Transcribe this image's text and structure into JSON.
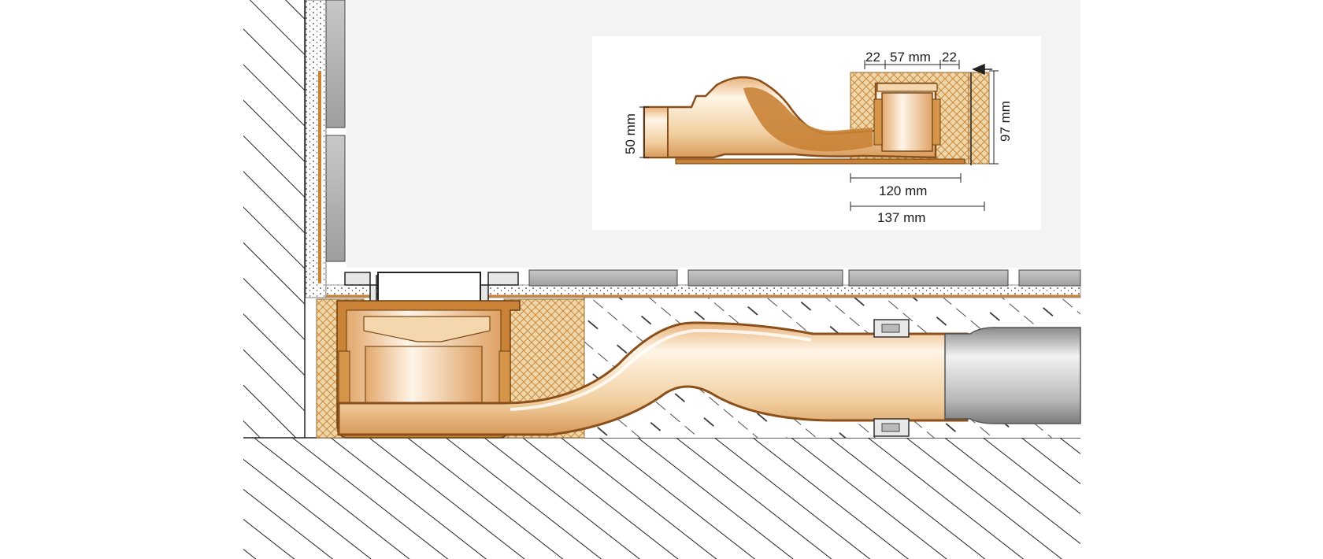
{
  "diagram": {
    "inset": {
      "dimensions": {
        "left_margin": "22",
        "outlet_width": "57 mm",
        "right_margin": "22",
        "height_left": "50 mm",
        "height_right": "97 mm",
        "width_body": "120 mm",
        "width_total": "137 mm"
      }
    },
    "colors": {
      "copper": "#c98236",
      "copper_light": "#f3d9b0",
      "tile": "#b4b4b4",
      "insulation": "#e4c89a",
      "pipe": "#a8a8a8",
      "hatch": "#222222"
    }
  }
}
